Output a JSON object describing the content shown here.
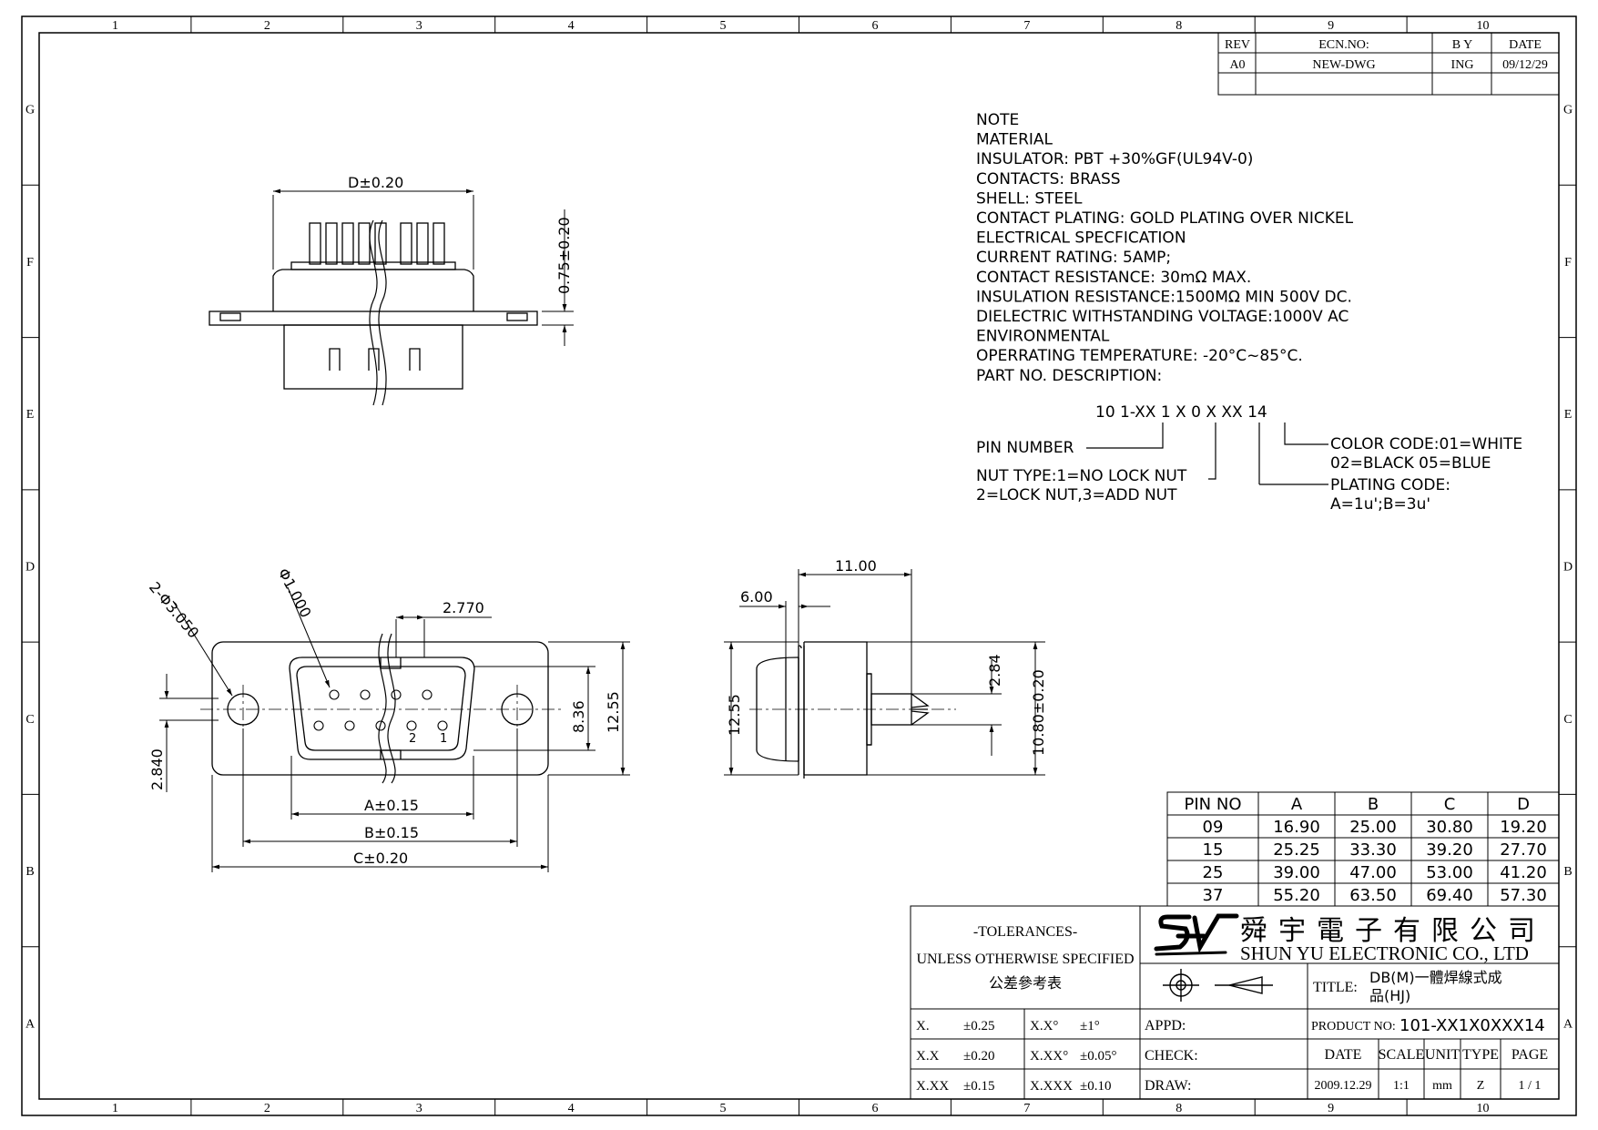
{
  "frame": {
    "cols": [
      "1",
      "2",
      "3",
      "4",
      "5",
      "6",
      "7",
      "8",
      "9",
      "10"
    ],
    "rows": [
      "G",
      "F",
      "E",
      "D",
      "C",
      "B",
      "A"
    ]
  },
  "revision": {
    "headers": [
      "REV",
      "ECN.NO:",
      "B Y",
      "DATE"
    ],
    "row": [
      "A0",
      "NEW-DWG",
      "ING",
      "09/12/29"
    ]
  },
  "notes": [
    "NOTE",
    "MATERIAL",
    "INSULATOR: PBT +30%GF(UL94V-0)",
    "CONTACTS: BRASS",
    "SHELL: STEEL",
    "CONTACT PLATING: GOLD PLATING OVER NICKEL",
    "ELECTRICAL SPECFICATION",
    "CURRENT RATING: 5AMP;",
    "CONTACT RESISTANCE: 30mΩ MAX.",
    "INSULATION RESISTANCE:1500MΩ MIN 500V DC.",
    "DIELECTRIC WITHSTANDING VOLTAGE:1000V AC",
    "ENVIRONMENTAL",
    "OPERRATING TEMPERATURE: -20°C~85°C.",
    "PART NO. DESCRIPTION:"
  ],
  "part_code": {
    "code": "10 1-XX 1 X 0 X XX 14",
    "pin_number": "PIN NUMBER",
    "nut_type_1": "NUT TYPE:1=NO LOCK NUT",
    "nut_type_2": "2=LOCK NUT,3=ADD NUT",
    "color_1": "COLOR CODE:01=WHITE",
    "color_2": "02=BLACK 05=BLUE",
    "plating_1": "PLATING CODE:",
    "plating_2": "A=1u';B=3u'"
  },
  "dims": {
    "top_width": "D±0.20",
    "top_height": "0.75±0.20",
    "hole_dia": "Φ1.000",
    "mount_holes": "2-Φ3.050",
    "pitch": "2.770",
    "height_inner": "8.36",
    "height_outer": "12.55",
    "row_offset": "2.840",
    "dim_a": "A±0.15",
    "dim_b": "B±0.15",
    "dim_c": "C±0.20",
    "pin_label_2": "2",
    "pin_label_1": "1",
    "side_11": "11.00",
    "side_6": "6.00",
    "side_h": "12.55",
    "side_284": "2.84",
    "side_1080": "10.80±0.20"
  },
  "pin_table": {
    "headers": [
      "PIN NO",
      "A",
      "B",
      "C",
      "D"
    ],
    "rows": [
      [
        "09",
        "16.90",
        "25.00",
        "30.80",
        "19.20"
      ],
      [
        "15",
        "25.25",
        "33.30",
        "39.20",
        "27.70"
      ],
      [
        "25",
        "39.00",
        "47.00",
        "53.00",
        "41.20"
      ],
      [
        "37",
        "55.20",
        "63.50",
        "69.40",
        "57.30"
      ]
    ]
  },
  "title_block": {
    "tol_title": "-TOLERANCES-",
    "tol_sub": "UNLESS OTHERWISE SPECIFIED",
    "tol_cn": "公差參考表",
    "company_cn": "舜宇電子有限公司",
    "company_en": "SHUN YU ELECTRONIC CO., LTD",
    "title_label": "TITLE:",
    "title_1": "DB(M)一體焊線式成",
    "title_2": "品(HJ)",
    "tol_rows": [
      [
        "X.",
        "±0.25",
        "X.X°",
        "±1°"
      ],
      [
        "X.X",
        "±0.20",
        "X.XX°",
        "±0.05°"
      ],
      [
        "X.XX",
        "±0.15",
        "X.XXX",
        "±0.10"
      ]
    ],
    "appd": "APPD:",
    "check": "CHECK:",
    "draw": "DRAW:",
    "product_label": "PRODUCT NO:",
    "product_no": "101-XX1X0XXX14",
    "meta_headers": [
      "DATE",
      "SCALE",
      "UNIT",
      "TYPE",
      "PAGE"
    ],
    "meta_values": [
      "2009.12.29",
      "1:1",
      "mm",
      "Z",
      "1 / 1"
    ]
  }
}
